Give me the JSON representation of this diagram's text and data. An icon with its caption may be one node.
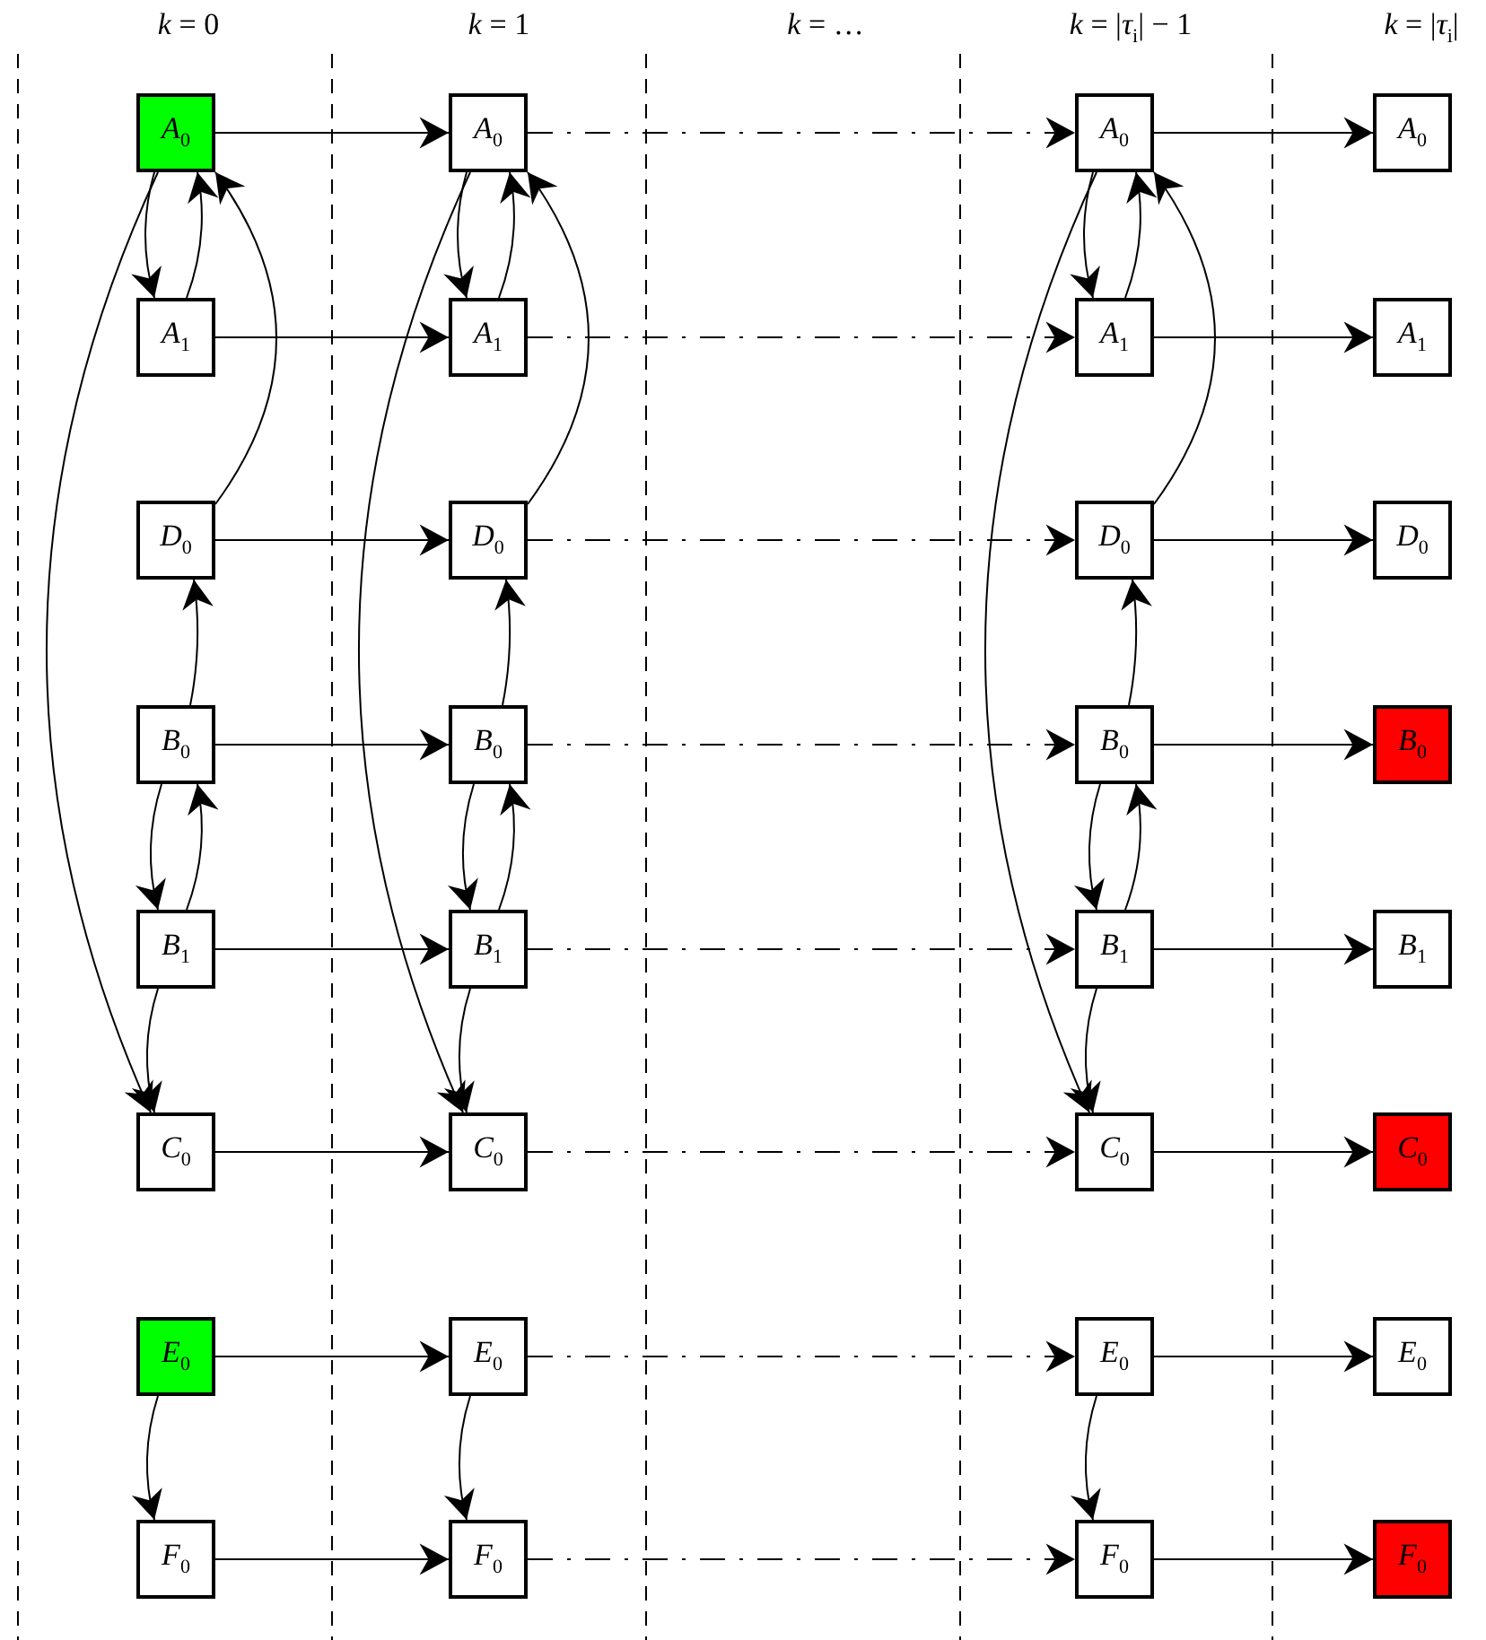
{
  "diagram": {
    "nodes": [
      {
        "text": [
          "*A*$_{0}$"
        ]
      },
      {
        "text": [
          "*A*$_{0}$"
        ]
      },
      {
        "text": [
          "*A*$_{0}$"
        ]
      },
      {
        "text": [
          "*A*$_{0}$"
        ]
      },
      {
        "text": [
          "*A*$_{1}$"
        ]
      },
      {
        "text": [
          "*A*$_{1}$"
        ]
      },
      {
        "text": [
          "*A*$_{1}$"
        ]
      },
      {
        "text": [
          "*A*$_{1}$"
        ]
      },
      {
        "text": [
          "*D*$_{0}$"
        ]
      },
      {
        "text": [
          "*D*$_{0}$"
        ]
      },
      {
        "text": [
          "*D*$_{0}$"
        ]
      },
      {
        "text": [
          "*D*$_{0}$"
        ]
      },
      {
        "text": [
          "*B*$_{0}$"
        ]
      },
      {
        "text": [
          "*B*$_{0}$"
        ]
      },
      {
        "text": [
          "*B*$_{0}$"
        ]
      },
      {
        "text": [
          "*B*$_{0}$"
        ]
      },
      {
        "text": [
          "*B*$_{1}$"
        ]
      },
      {
        "text": [
          "*B*$_{1}$"
        ]
      },
      {
        "text": [
          "*B*$_{1}$"
        ]
      },
      {
        "text": [
          "*B*$_{1}$"
        ]
      },
      {
        "text": [
          "*C*$_{0}$"
        ]
      },
      {
        "text": [
          "*C*$_{0}$"
        ]
      },
      {
        "text": [
          "*C*$_{0}$"
        ]
      },
      {
        "text": [
          "*C*$_{0}$"
        ]
      },
      {
        "text": [
          "*E*$_{0}$"
        ]
      },
      {
        "text": [
          "*E*$_{0}$"
        ]
      },
      {
        "text": [
          "*E*$_{0}$"
        ]
      },
      {
        "text": [
          "*E*$_{0}$"
        ]
      },
      {
        "text": [
          "*F*$_{0}$"
        ]
      },
      {
        "text": [
          "*F*$_{0}$"
        ]
      },
      {
        "text": [
          "*F*$_{0}$"
        ]
      },
      {
        "text": [
          "*F*$_{0}$"
        ]
      }
    ],
    "edges": [
      {
        "from": 0,
        "to": 1,
        "arrow": "to"
      },
      {
        "from": 1,
        "to": 2,
        "arrow": "to",
        "style": "dashed"
      },
      {
        "from": 2,
        "to": 3,
        "arrow": "to"
      },
      {
        "from": 4,
        "to": 5,
        "arrow": "to"
      },
      {
        "from": 5,
        "to": 6,
        "arrow": "to",
        "style": "dashed"
      },
      {
        "from": 6,
        "to": 7,
        "arrow": "to"
      },
      {
        "from": 8,
        "to": 9,
        "arrow": "to"
      },
      {
        "from": 9,
        "to": 10,
        "arrow": "to",
        "style": "dashed"
      },
      {
        "from": 10,
        "to": 11,
        "arrow": "to"
      },
      {
        "from": 12,
        "to": 13,
        "arrow": "to"
      },
      {
        "from": 13,
        "to": 14,
        "arrow": "to",
        "style": "dashed"
      },
      {
        "from": 14,
        "to": 15,
        "arrow": "to"
      },
      {
        "from": 16,
        "to": 17,
        "arrow": "to"
      },
      {
        "from": 17,
        "to": 18,
        "arrow": "to",
        "style": "dashed"
      },
      {
        "from": 18,
        "to": 19,
        "arrow": "to"
      },
      {
        "from": 20,
        "to": 21,
        "arrow": "to"
      },
      {
        "from": 21,
        "to": 22,
        "arrow": "to",
        "style": "dashed"
      },
      {
        "from": 22,
        "to": 23,
        "arrow": "to"
      },
      {
        "from": 24,
        "to": 25,
        "arrow": "to"
      },
      {
        "from": 25,
        "to": 26,
        "arrow": "to",
        "style": "dashed"
      },
      {
        "from": 26,
        "to": 27,
        "arrow": "to"
      },
      {
        "from": 28,
        "to": 29,
        "arrow": "to"
      },
      {
        "from": 29,
        "to": 30,
        "arrow": "to",
        "style": "dashed"
      },
      {
        "from": 30,
        "to": 31,
        "arrow": "to"
      },
      {
        "from": 0,
        "to": 4,
        "arrow": "to"
      },
      {
        "from": 4,
        "to": 0,
        "arrow": "to"
      },
      {
        "from": 8,
        "to": 0,
        "arrow": "to"
      },
      {
        "from": 12,
        "to": 8,
        "arrow": "to"
      },
      {
        "from": 12,
        "to": 16,
        "arrow": "to"
      },
      {
        "from": 16,
        "to": 12,
        "arrow": "to"
      },
      {
        "from": 0,
        "to": 20,
        "arrow": "to"
      },
      {
        "from": 16,
        "to": 20,
        "arrow": "to"
      },
      {
        "from": 24,
        "to": 28,
        "arrow": "to"
      },
      {
        "from": 1,
        "to": 5,
        "arrow": "to"
      },
      {
        "from": 5,
        "to": 1,
        "arrow": "to"
      },
      {
        "from": 9,
        "to": 1,
        "arrow": "to"
      },
      {
        "from": 13,
        "to": 9,
        "arrow": "to"
      },
      {
        "from": 13,
        "to": 17,
        "arrow": "to"
      },
      {
        "from": 17,
        "to": 13,
        "arrow": "to"
      },
      {
        "from": 1,
        "to": 21,
        "arrow": "to"
      },
      {
        "from": 17,
        "to": 21,
        "arrow": "to"
      },
      {
        "from": 25,
        "to": 29,
        "arrow": "to"
      },
      {
        "from": 2,
        "to": 6,
        "arrow": "to"
      },
      {
        "from": 6,
        "to": 2,
        "arrow": "to"
      },
      {
        "from": 10,
        "to": 2,
        "arrow": "to"
      },
      {
        "from": 14,
        "to": 10,
        "arrow": "to"
      },
      {
        "from": 14,
        "to": 18,
        "arrow": "to"
      },
      {
        "from": 18,
        "to": 14,
        "arrow": "to"
      },
      {
        "from": 2,
        "to": 22,
        "arrow": "to"
      },
      {
        "from": 18,
        "to": 22,
        "arrow": "to"
      },
      {
        "from": 26,
        "to": 30,
        "arrow": "to"
      }
    ],
    "labels": [
      "*k* = 0",
      "*k* = 1",
      "*k* = …",
      "*k* = |*τ*$_{i}$| − 1",
      "*k* = |*τ*$_{i}$|"
    ]
  }
}
